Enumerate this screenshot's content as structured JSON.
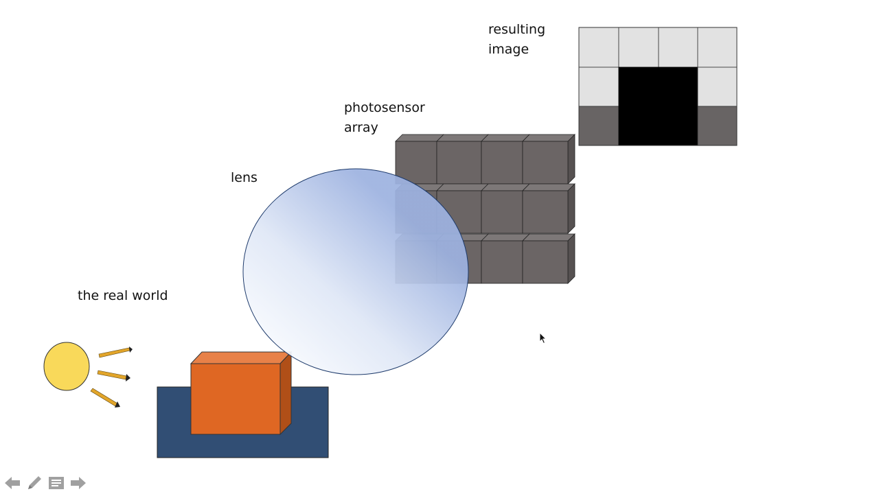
{
  "labels": {
    "real_world": "the real world",
    "lens": "lens",
    "photosensor_line1": "photosensor",
    "photosensor_line2": "array",
    "result_line1": "resulting",
    "result_line2": "image"
  },
  "colors": {
    "sun_fill": "#f9d95a",
    "ray": "#e2a52a",
    "ground": "#314e74",
    "box_front": "#df6723",
    "box_top": "#e88148",
    "box_side": "#b04f18",
    "sensor_front": "#6b6565",
    "sensor_top": "#7d7878",
    "sensor_side": "#565151",
    "lens_light": "#f5f8fd",
    "lens_dark": "#9db2e0",
    "lens_edge": "#1d3a6b"
  },
  "resulting_image": {
    "rows": [
      [
        "#e2e2e2",
        "#e2e2e2",
        "#e2e2e2",
        "#e2e2e2"
      ],
      [
        "#e2e2e2",
        "#000000",
        "#000000",
        "#e2e2e2"
      ],
      [
        "#686464",
        "#000000",
        "#000000",
        "#686464"
      ]
    ]
  },
  "controls": {
    "items": [
      {
        "name": "previous-slide-icon"
      },
      {
        "name": "pen-tool-icon"
      },
      {
        "name": "slide-menu-icon"
      },
      {
        "name": "next-slide-icon"
      }
    ]
  }
}
